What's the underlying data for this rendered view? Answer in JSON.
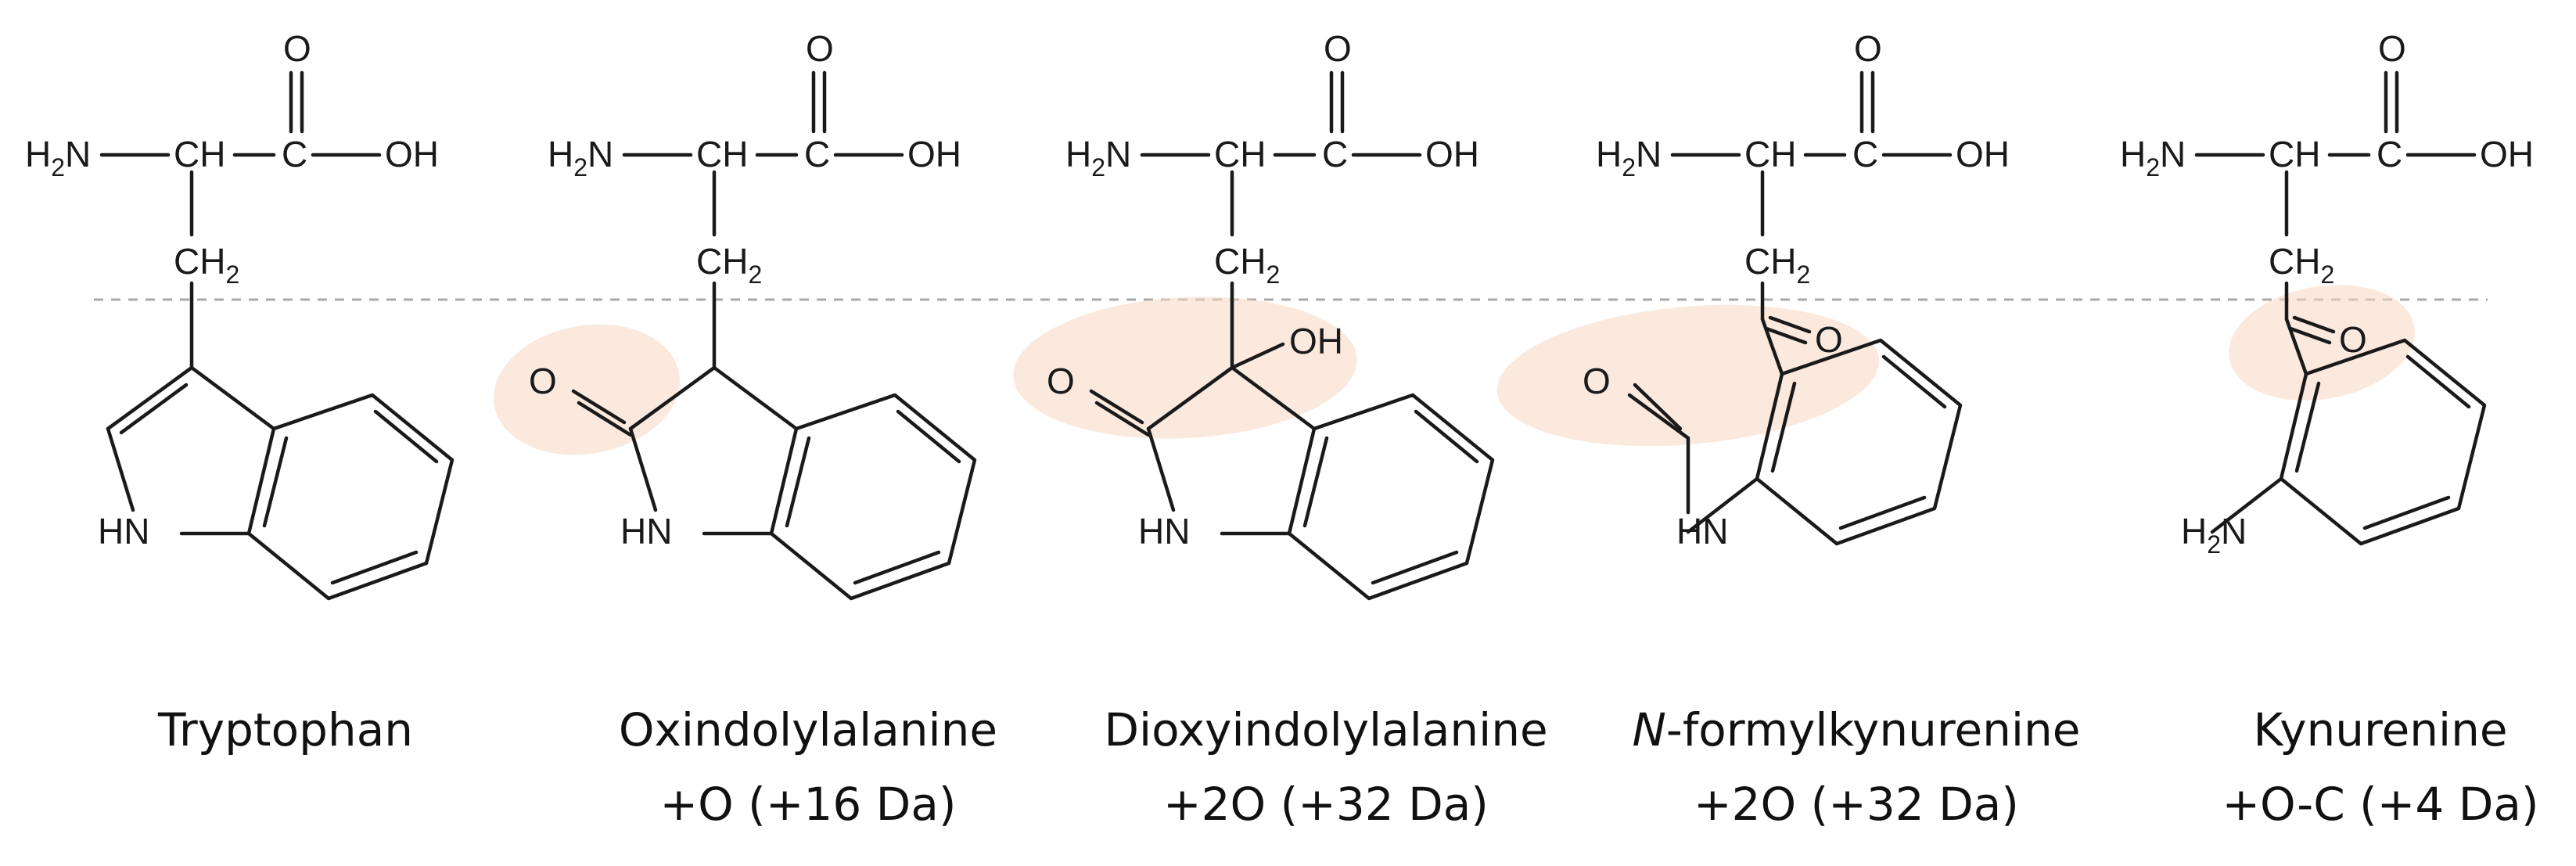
{
  "atoms": {
    "O": "O",
    "OH": "OH",
    "H": "H",
    "N": "N",
    "HN": "HN",
    "CH": "CH",
    "C": "C",
    "CH2_base": "CH",
    "sub2": "2"
  },
  "compounds": [
    {
      "name_prefix": "",
      "name": "Tryptophan",
      "mass": ""
    },
    {
      "name_prefix": "",
      "name": "Oxindolylalanine",
      "mass": "+O (+16 Da)"
    },
    {
      "name_prefix": "",
      "name": "Dioxyindolylalanine",
      "mass": "+2O (+32 Da)"
    },
    {
      "name_prefix": "N",
      "name": "-formylkynurenine",
      "mass": "+2O (+32 Da)"
    },
    {
      "name_prefix": "",
      "name": "Kynurenine",
      "mass": "+O-C (+4 Da)"
    }
  ],
  "colors": {
    "highlight": "#f8d7c3",
    "divider": "#a8a8a8",
    "ink": "#1a1a1a"
  }
}
